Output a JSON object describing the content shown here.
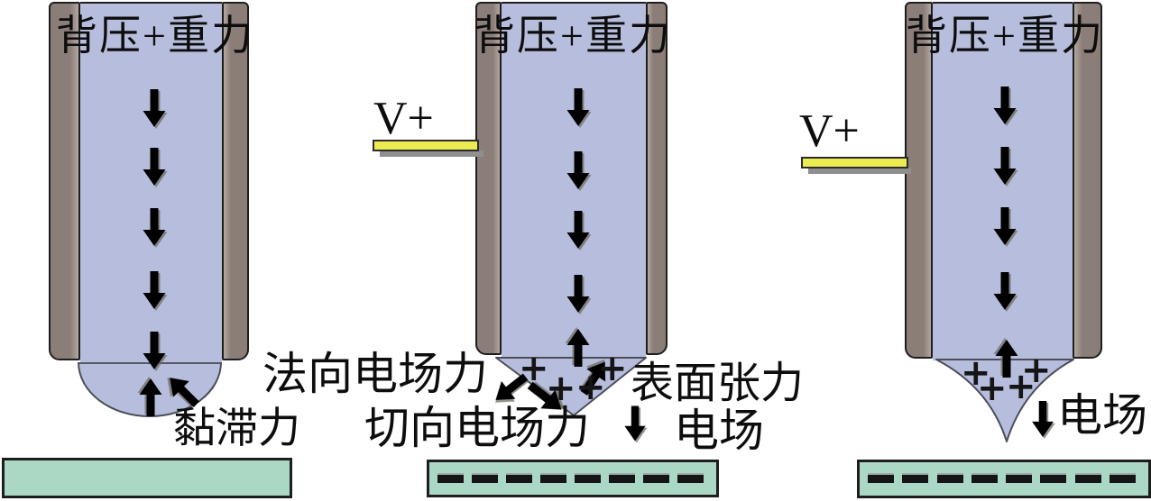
{
  "colors": {
    "wall": "#8b7d78",
    "wallHighlight": "#b4a79f",
    "liquid": "#b7bedd",
    "accentYellow": "#eceb52",
    "substrate": "#abd8c5",
    "outline": "#1e1e1e",
    "charge": "#151515"
  },
  "symbols": {
    "plus": "+"
  },
  "panels": [
    {
      "name": "stage-1-back-pressure-only",
      "top_label": "背压+重力",
      "labels": {
        "viscous_force": "黏滞力"
      },
      "substrate": {
        "charge_marks": 0
      }
    },
    {
      "name": "stage-2-charged-meniscus",
      "top_label": "背压+重力",
      "electrode_label": "V+",
      "labels": {
        "normal_field_force": "法向电场力",
        "tangential_field_force": "切向电场力",
        "surface_tension": "表面张力",
        "electric_field": "电场"
      },
      "substrate": {
        "charge_marks": 8
      }
    },
    {
      "name": "stage-3-taylor-cone",
      "top_label": "背压+重力",
      "electrode_label": "V+",
      "labels": {
        "electric_field": "电场"
      },
      "substrate": {
        "charge_marks": 8
      }
    }
  ]
}
